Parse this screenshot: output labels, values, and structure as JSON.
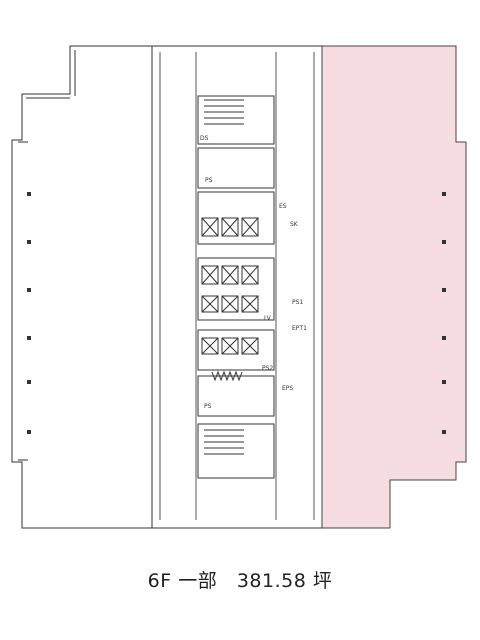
{
  "caption": {
    "floor": "6F 一部",
    "area": "381.58 坪"
  },
  "leased_area_color": "#f6dde2",
  "room_labels": {
    "ds": "DS",
    "ps": "PS",
    "es": "ES",
    "sk": "SK",
    "ps1": "PS1",
    "ps2": "PS2",
    "lv": "LV",
    "eps": "EPS",
    "ept": "EPT1"
  }
}
